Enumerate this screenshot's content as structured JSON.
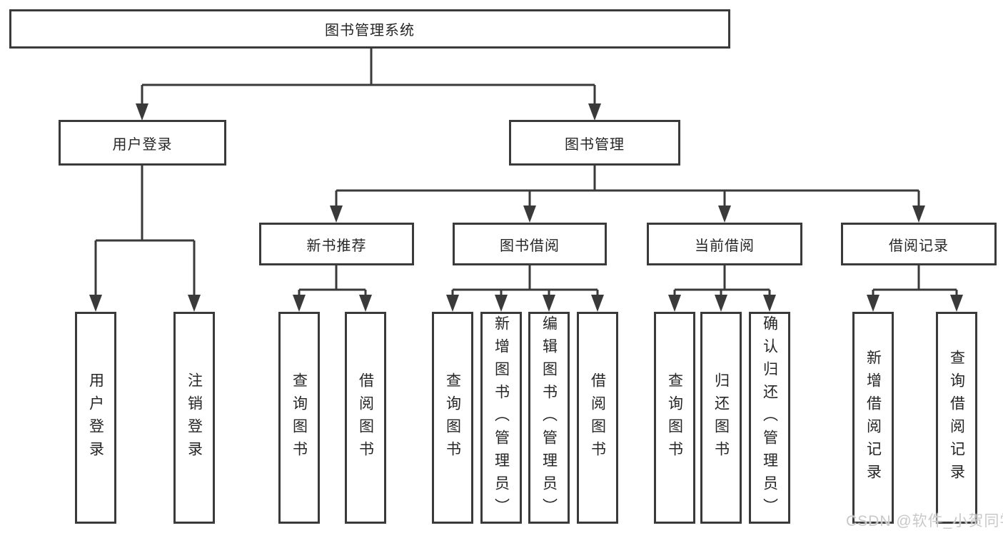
{
  "diagram": {
    "root": "图书管理系统",
    "login": {
      "label": "用户登录",
      "leaves": [
        "用户登录",
        "注销登录"
      ]
    },
    "manage": {
      "label": "图书管理",
      "groups": [
        {
          "label": "新书推荐",
          "leaves": [
            "查询图书",
            "借阅图书"
          ]
        },
        {
          "label": "图书借阅",
          "leaves": [
            "查询图书",
            "新增图书（管理员）",
            "编辑图书（管理员）",
            "借阅图书"
          ]
        },
        {
          "label": "当前借阅",
          "leaves": [
            "查询图书",
            "归还图书",
            "确认归还（管理员）"
          ]
        },
        {
          "label": "借阅记录",
          "leaves": [
            "新增借阅记录",
            "查询借阅记录"
          ]
        }
      ]
    }
  },
  "watermark": "CSDN @软件_小贺同学",
  "colors": {
    "line": "#3a3a3a",
    "text": "#262626",
    "watermark": "#c9c9c9",
    "background": "#ffffff"
  }
}
